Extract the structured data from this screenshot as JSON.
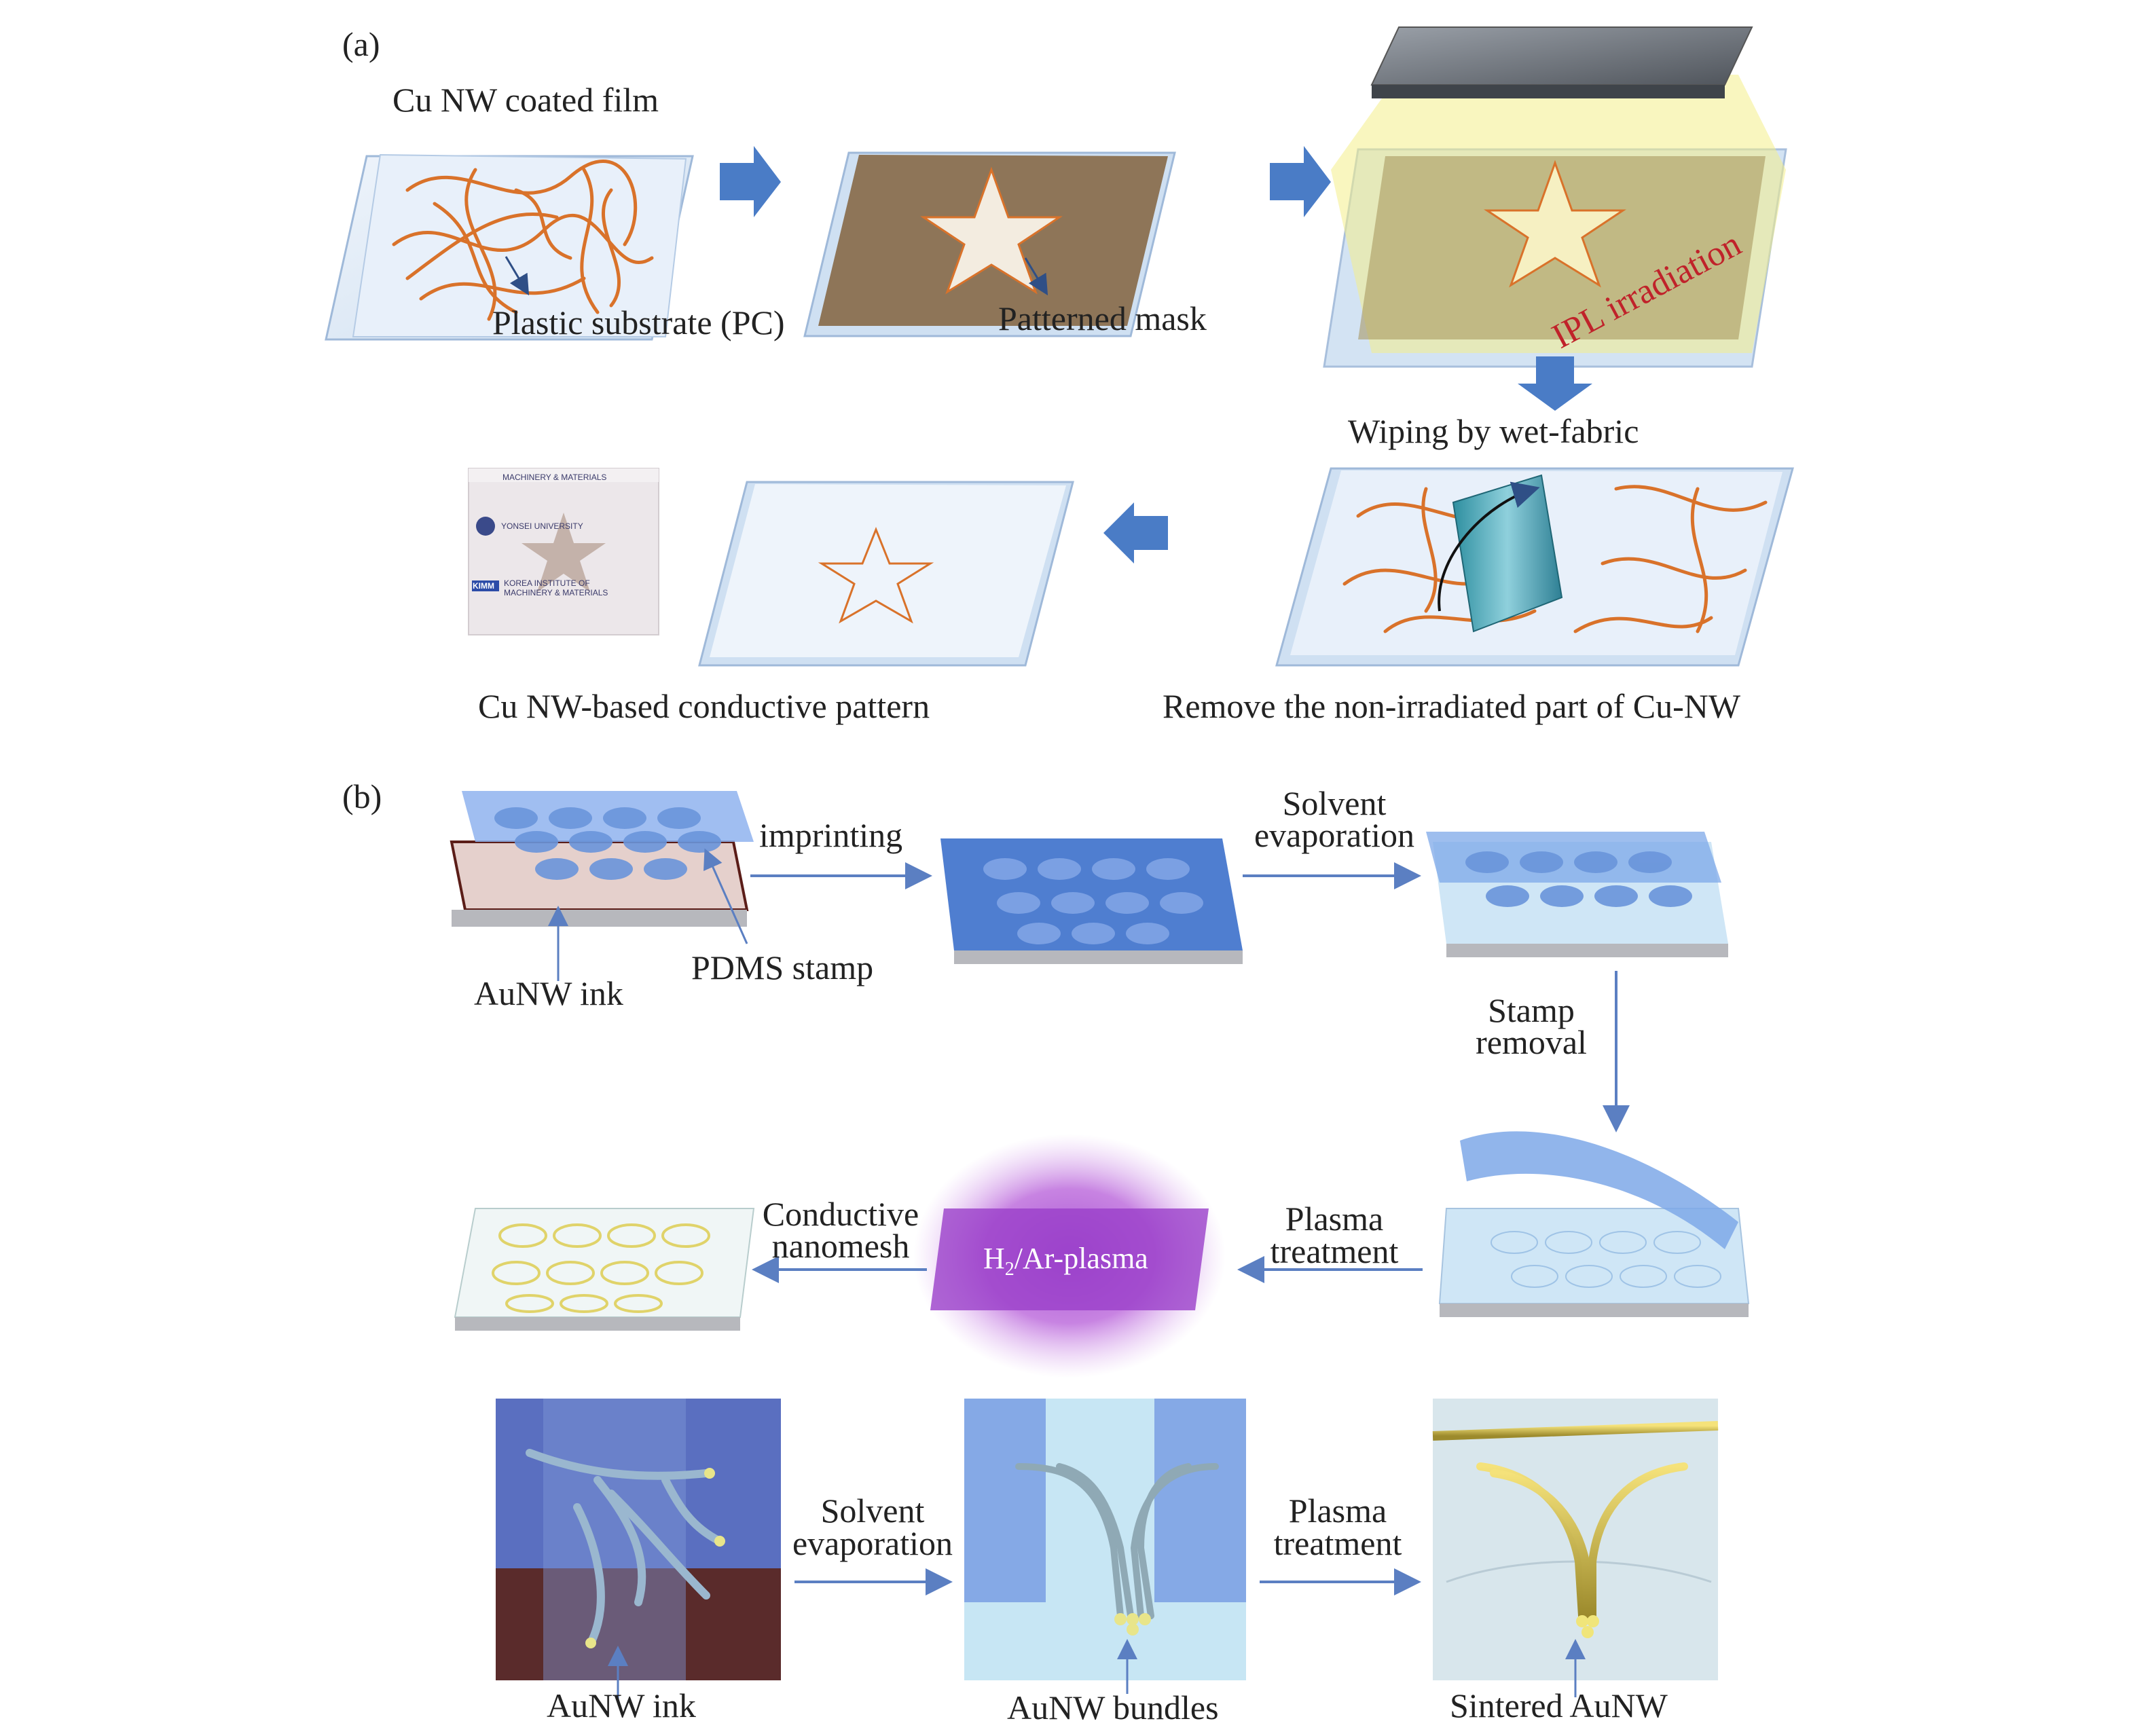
{
  "panel_a": {
    "label": "(a)",
    "cu_nw_coated_film": "Cu NW coated film",
    "plastic_substrate": "Plastic substrate (PC)",
    "patterned_mask": "Patterned mask",
    "ipl_irradiation": "IPL irradiation",
    "wiping": "Wiping by wet-fabric",
    "remove_part": "Remove the non-irradiated part of Cu-NW",
    "conductive_pattern": "Cu NW-based conductive pattern",
    "photo": {
      "line1": "MACHINERY & MATERIALS",
      "yonsei": "YONSEI UNIVERSITY",
      "kimm": "KIMM",
      "line2": "KOREA INSTITUTE OF",
      "line3": "MACHINERY & MATERIALS"
    }
  },
  "panel_b": {
    "label": "(b)",
    "imprinting": "imprinting",
    "aunw_ink": "AuNW ink",
    "pdms_stamp": "PDMS stamp",
    "solvent_line1": "Solvent",
    "solvent_line2": "evaporation",
    "stamp_line1": "Stamp",
    "stamp_line2": "removal",
    "plasma_line1": "Plasma",
    "plasma_line2": "treatment",
    "conductive_line1": "Conductive",
    "conductive_line2": "nanomesh",
    "plasma_box_h": "H",
    "plasma_box_sub": "2",
    "plasma_box_rest": "/Ar-plasma",
    "bottom_solvent_line1": "Solvent",
    "bottom_solvent_line2": "evaporation",
    "bottom_plasma_line1": "Plasma",
    "bottom_plasma_line2": "treatment",
    "aunw_ink_bottom": "AuNW ink",
    "aunw_bundles": "AuNW bundles",
    "sintered_aunw": "Sintered AuNW"
  },
  "colors": {
    "step_arrow": "#4a7cc6",
    "thin_arrow": "#5b7fc2",
    "wire": "#d9722a",
    "substrate": "#dfeaf7",
    "mask": "#8e7558",
    "ipl_text": "#c0222a",
    "plasma_glow": "#a24bd0",
    "gold": "#c9b54a"
  }
}
